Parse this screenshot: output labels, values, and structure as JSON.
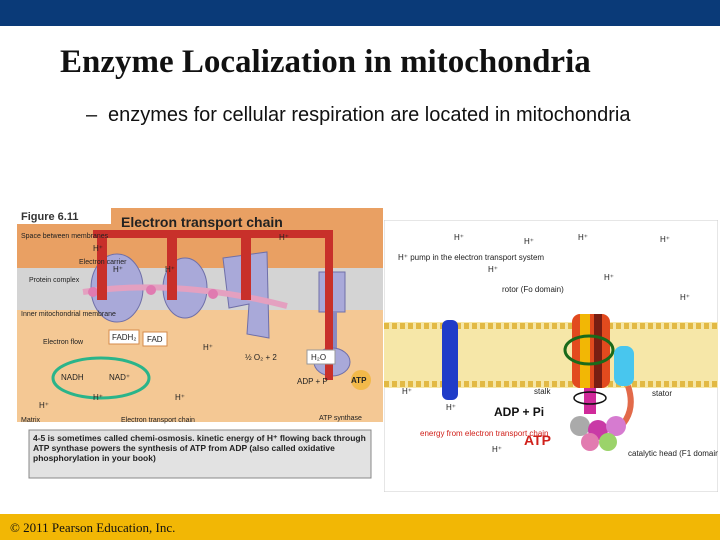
{
  "slide": {
    "title": "Enzyme Localization in mitochondria",
    "bullet_dash": "–",
    "bullet_text": "enzymes for cellular respiration are located in mitochondria",
    "footer": "© 2011 Pearson Education, Inc."
  },
  "figure_left": {
    "figure_label": "Figure 6.11",
    "title": "Electron transport chain",
    "labels": {
      "space": "Space between membranes",
      "electron_carrier": "Electron carrier",
      "protein_complex": "Protein complex",
      "inner_membrane": "Inner mitochondrial membrane",
      "electron_flow": "Electron flow",
      "matrix": "Matrix",
      "etc_bottom": "Electron transport chain",
      "atp_synthase": "ATP synthase",
      "fadh2": "FADH₂",
      "fad": "FAD",
      "nadh": "NADH",
      "nad": "NAD⁺",
      "adp": "ADP + P",
      "atp": "ATP",
      "o2": "½ O₂ + 2",
      "h2o": "H₂O",
      "h": "H⁺"
    },
    "caption": "4-5 is sometimes called chemi-osmosis. kinetic energy of H⁺ flowing back through ATP synthase powers the synthesis of ATP from ADP (also called oxidative phosphorylation in your book)"
  },
  "figure_right": {
    "labels": {
      "h_pump": "H⁺ pump in the electron transport system",
      "rotor": "rotor (Fo domain)",
      "stalk": "stalk",
      "stator": "stator",
      "adp_pi": "ADP + Pi",
      "atp": "ATP",
      "energy": "energy from electron transport chain",
      "catalytic_head": "catalytic head (F1 domain)",
      "h": "H⁺"
    }
  },
  "colors": {
    "top_bar": "#0a3a78",
    "bottom_bar": "#f2b705"
  }
}
